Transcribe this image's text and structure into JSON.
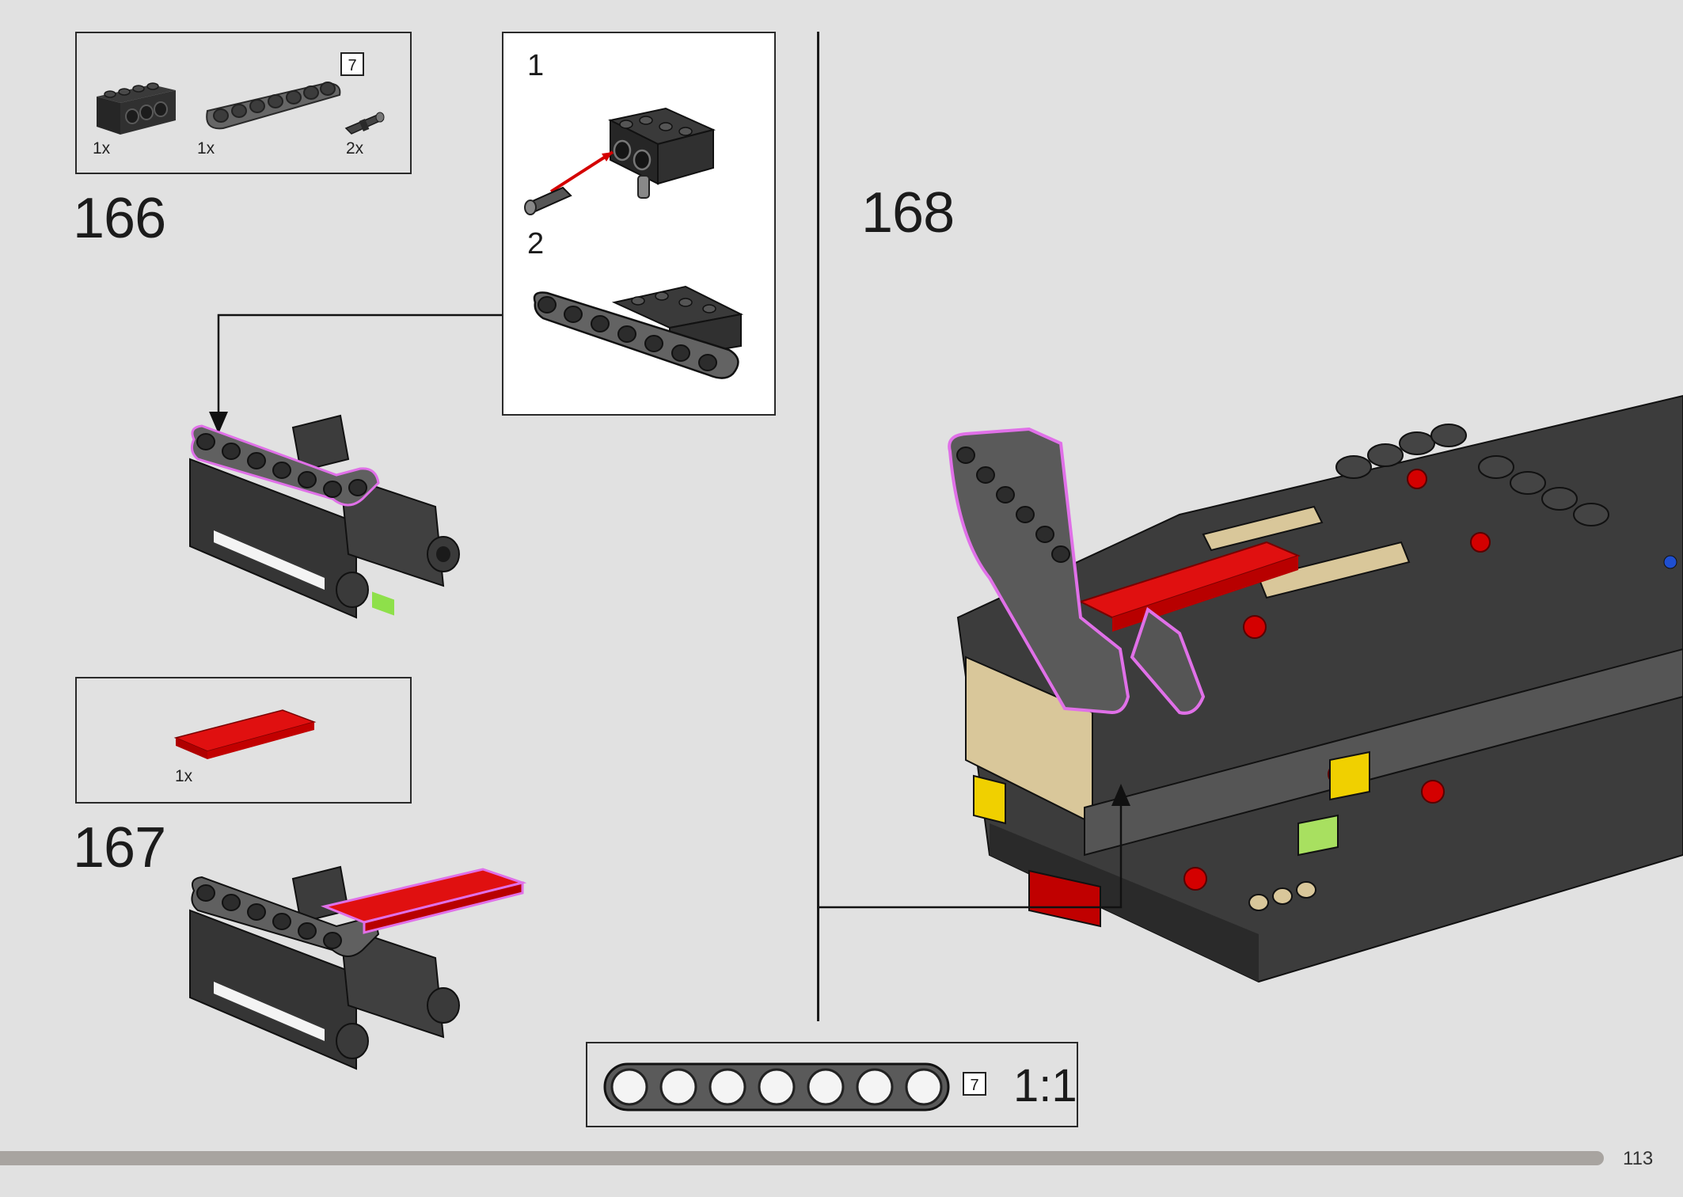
{
  "parts_166": {
    "items": [
      {
        "name": "beam-1x4-black",
        "qty": "1x"
      },
      {
        "name": "liftarm-1x7-gray",
        "qty": "1x",
        "length": "7"
      },
      {
        "name": "pin-with-friction",
        "qty": "2x"
      }
    ]
  },
  "parts_167": {
    "items": [
      {
        "name": "red-tile",
        "qty": "1x"
      }
    ]
  },
  "substeps": {
    "first": "1",
    "second": "2"
  },
  "steps": {
    "s166": "166",
    "s167": "167",
    "s168": "168"
  },
  "ruler": {
    "length": "7",
    "scale": "1:1"
  },
  "page": {
    "number": "113"
  },
  "colors": {
    "background": "#e1e1e1",
    "dark_brick": "#2d2d2d",
    "gray_liftarm": "#5e5e5e",
    "red": "#d40000",
    "tan": "#d9c79a",
    "highlight": "#e070e8",
    "progress": "#a8a4a0"
  }
}
